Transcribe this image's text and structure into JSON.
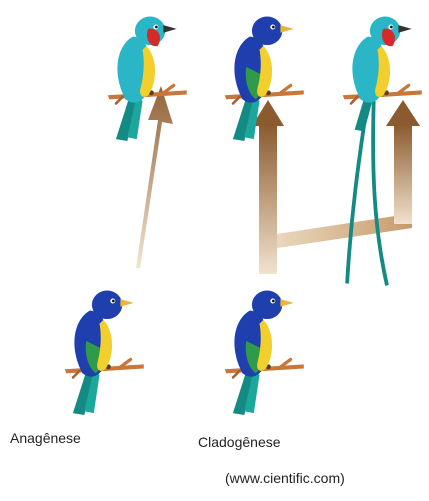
{
  "labels": {
    "anagenesis": "Anagênese",
    "cladogenesis": "Cladogênese",
    "credit": "(www.cientific.com)"
  },
  "colors": {
    "background": "#ffffff",
    "arrow_light": "#e7d2b6",
    "arrow_dark": "#8b5a2e",
    "branch": "#c8763a",
    "bird_blue": "#1f3fae",
    "bird_turquoise": "#2bb6c8",
    "bird_teal_tail": "#138a83",
    "bird_yellow": "#f3cf2e",
    "bird_green": "#2e9a4a",
    "bird_red": "#d42a2a"
  },
  "birds": [
    {
      "id": "ancestor-anagenesis",
      "variant": "blue"
    },
    {
      "id": "descendant-anagenesis",
      "variant": "turquoise-red"
    },
    {
      "id": "ancestor-cladogenesis",
      "variant": "blue"
    },
    {
      "id": "descendant-cladogenesis-a",
      "variant": "blue-green"
    },
    {
      "id": "descendant-cladogenesis-b",
      "variant": "turquoise-red-longtail"
    }
  ]
}
